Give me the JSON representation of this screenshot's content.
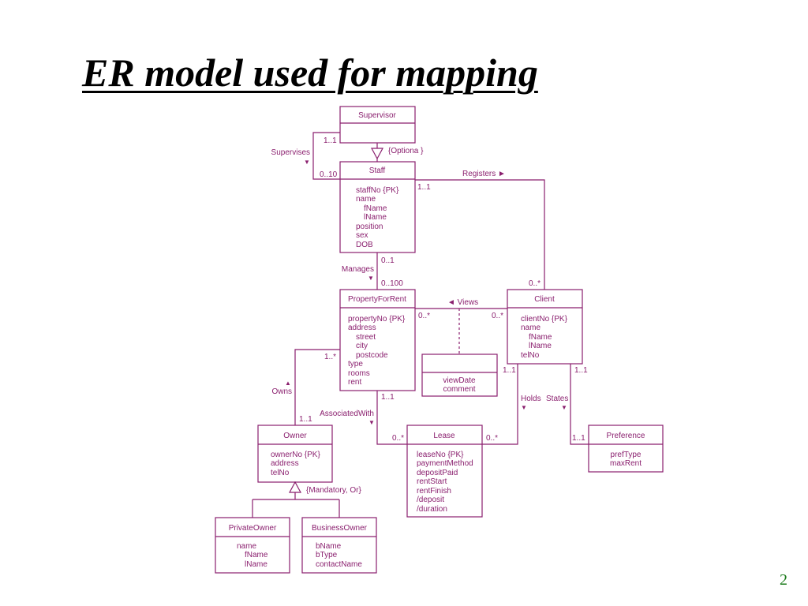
{
  "slide": {
    "title": "ER model used for mapping",
    "page_number": "2"
  },
  "colors": {
    "diagram": "#8a1f6e",
    "page_number": "#1a7a1a"
  },
  "entities": {
    "supervisor": {
      "name": "Supervisor",
      "attributes": []
    },
    "staff": {
      "name": "Staff",
      "attributes": [
        "staffNo {PK}",
        "name",
        "fName",
        "lName",
        "position",
        "sex",
        "DOB"
      ]
    },
    "property": {
      "name": "PropertyForRent",
      "attributes": [
        "propertyNo {PK}",
        "address",
        "street",
        "city",
        "postcode",
        "type",
        "rooms",
        "rent"
      ]
    },
    "client": {
      "name": "Client",
      "attributes": [
        "clientNo {PK}",
        "name",
        "fName",
        "lName",
        "telNo"
      ]
    },
    "viewing": {
      "name": "",
      "attributes": [
        "viewDate",
        "comment"
      ]
    },
    "owner": {
      "name": "Owner",
      "attributes": [
        "ownerNo {PK}",
        "address",
        "telNo"
      ]
    },
    "lease": {
      "name": "Lease",
      "attributes": [
        "leaseNo {PK}",
        "paymentMethod",
        "depositPaid",
        "rentStart",
        "rentFinish",
        "/deposit",
        "/duration"
      ]
    },
    "preference": {
      "name": "Preference",
      "attributes": [
        "prefType",
        "maxRent"
      ]
    },
    "private_owner": {
      "name": "PrivateOwner",
      "attributes": [
        "name",
        "fName",
        "lName"
      ]
    },
    "business_owner": {
      "name": "BusinessOwner",
      "attributes": [
        "bName",
        "bType",
        "contactName"
      ]
    }
  },
  "relationships": {
    "supervises": {
      "label": "Supervises",
      "arrow": "▼",
      "mult_a": "1..1",
      "mult_b": "0..10"
    },
    "registers": {
      "label": "Registers ►",
      "mult_a": "1..1",
      "mult_b": "0..*"
    },
    "manages": {
      "label": "Manages",
      "arrow": "▼",
      "mult_a": "0..1",
      "mult_b": "0..100"
    },
    "views": {
      "label": "◄ Views",
      "mult_a": "0..*",
      "mult_b": "0..*"
    },
    "owns": {
      "label": "Owns",
      "arrow": "▲",
      "mult_a": "1..*",
      "mult_b": "1..1"
    },
    "associated_with": {
      "label": "AssociatedWith",
      "arrow": "▼",
      "mult_a": "1..1",
      "mult_b": "0..*"
    },
    "holds": {
      "label": "Holds",
      "arrow": "▼",
      "mult_a": "1..1",
      "mult_b": "0..*"
    },
    "states": {
      "label": "States",
      "arrow": "▼",
      "mult_a": "1..1",
      "mult_b": "1..1"
    }
  },
  "specializations": {
    "staff": "{Optiona }",
    "owner": "{Mandatory, Or}"
  }
}
